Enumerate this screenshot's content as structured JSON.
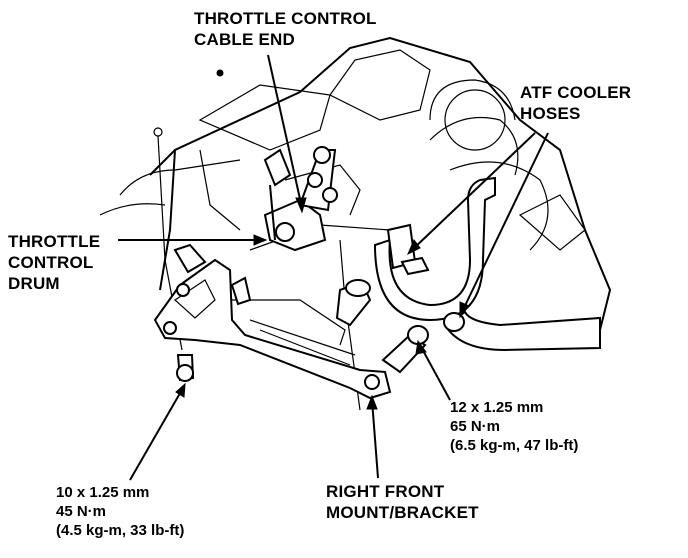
{
  "callouts": {
    "throttle_cable_end": [
      "THROTTLE CONTROL",
      "CABLE END"
    ],
    "atf_cooler_hoses": [
      "ATF COOLER",
      "HOSES"
    ],
    "throttle_drum": [
      "THROTTLE",
      "CONTROL",
      "DRUM"
    ],
    "bolt_right": [
      "12 x 1.25 mm",
      "65 N·m",
      "(6.5 kg-m, 47 lb-ft)"
    ],
    "bolt_left": [
      "10 x 1.25 mm",
      "45 N·m",
      "(4.5 kg-m, 33 lb-ft)"
    ],
    "mount_bracket": [
      "RIGHT FRONT",
      "MOUNT/BRACKET"
    ]
  },
  "colors": {
    "ink": "#000000",
    "paper": "#ffffff"
  }
}
